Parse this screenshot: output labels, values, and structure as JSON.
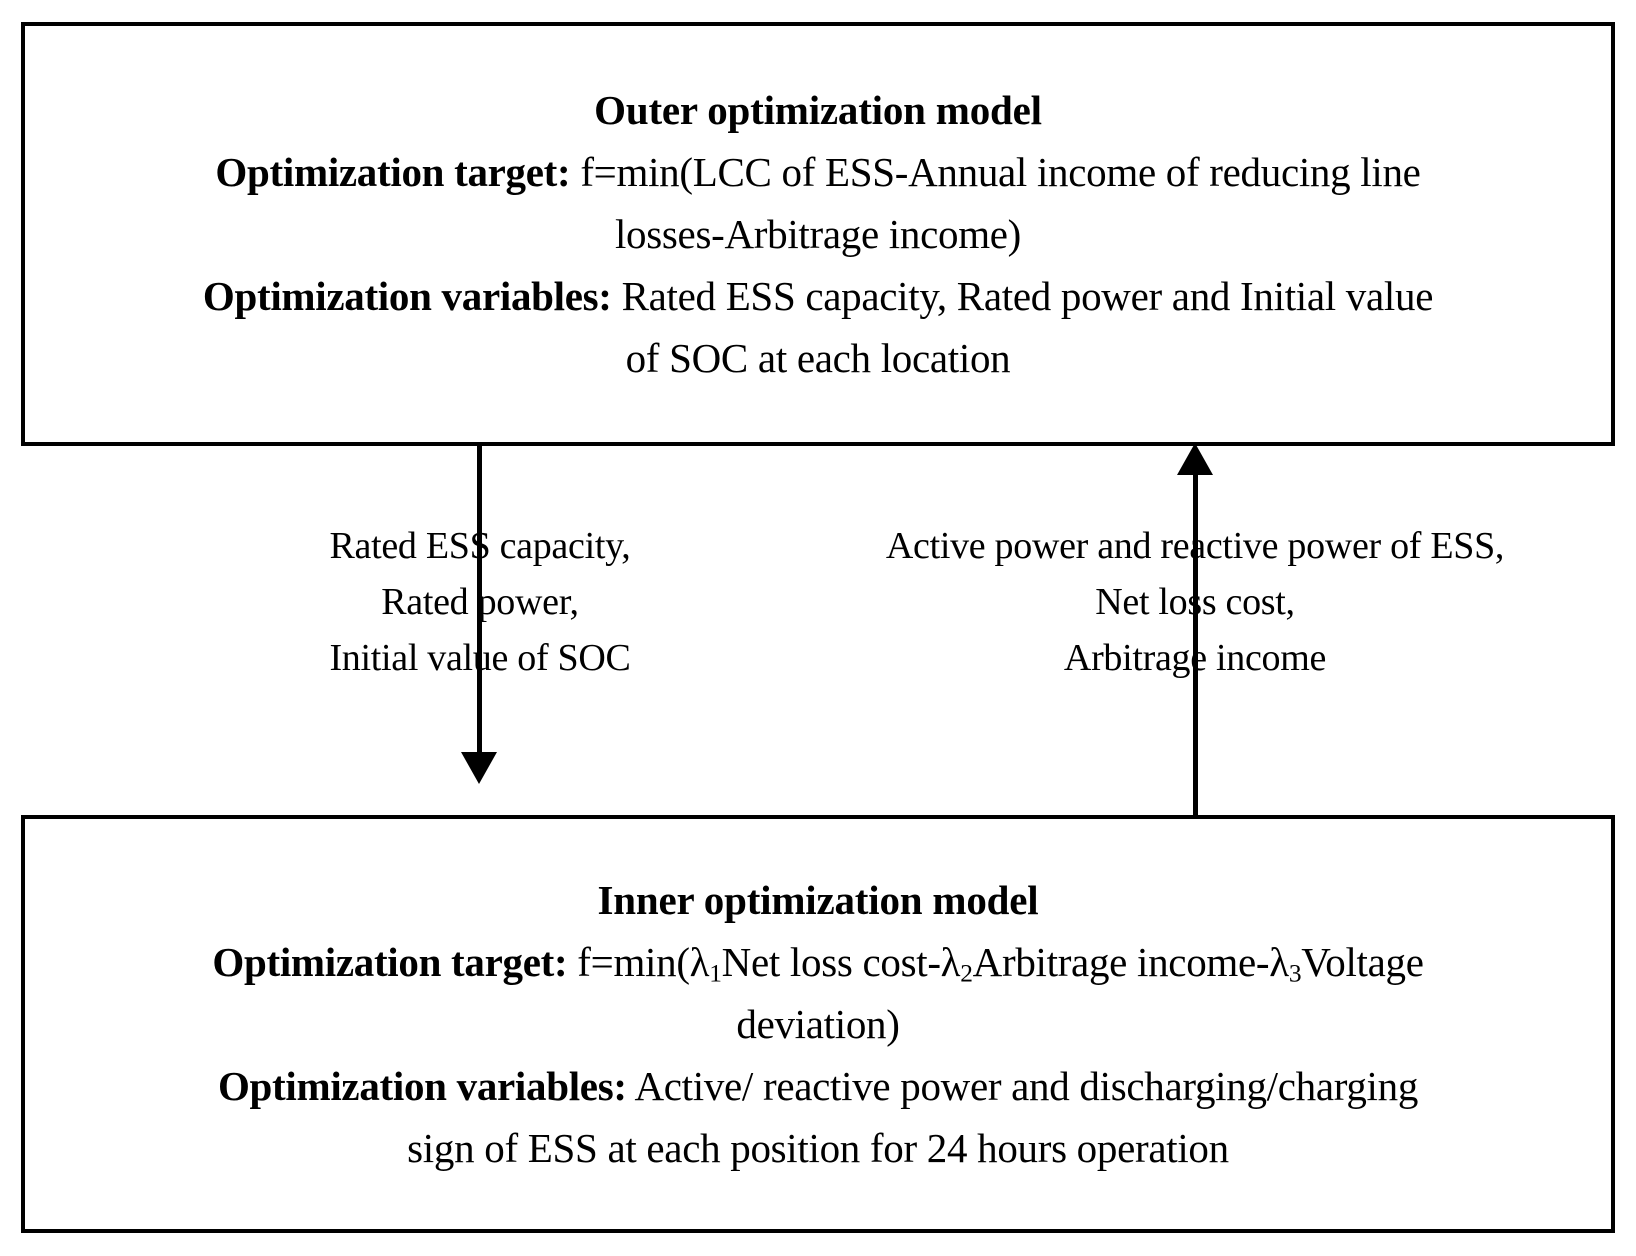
{
  "diagram": {
    "type": "bi-level-optimization-flow",
    "outer_model": {
      "title": "Outer optimization model",
      "target_label": "Optimization target:",
      "target_value_line1": "f=min(LCC of ESS-Annual income of reducing line",
      "target_value_line2": "losses-Arbitrage income)",
      "variables_label": "Optimization variables:",
      "variables_value_line1": "Rated ESS capacity, Rated power and Initial value",
      "variables_value_line2": "of SOC at each location"
    },
    "inner_model": {
      "title": "Inner optimization model",
      "target_label": "Optimization target:",
      "target_value_part1": "f=min(λ",
      "target_sub1": "1",
      "target_value_part2": "Net loss cost-λ",
      "target_sub2": "2",
      "target_value_part3": "Arbitrage income-λ",
      "target_sub3": "3",
      "target_value_part4": "Voltage",
      "target_value_line2": "deviation)",
      "variables_label": "Optimization variables:",
      "variables_value_line1": "Active/ reactive power and discharging/charging",
      "variables_value_line2": "sign of ESS at each position for 24 hours operation"
    },
    "downward_flow": {
      "direction": "outer-to-inner",
      "lines": [
        "Rated ESS capacity,",
        "Rated power,",
        "Initial value of SOC"
      ]
    },
    "upward_flow": {
      "direction": "inner-to-outer",
      "lines": [
        "Active power and reactive power of ESS,",
        "Net loss cost,",
        "Arbitrage income"
      ]
    },
    "colors": {
      "stroke": "#000000",
      "background": "#ffffff",
      "text": "#000000"
    }
  }
}
